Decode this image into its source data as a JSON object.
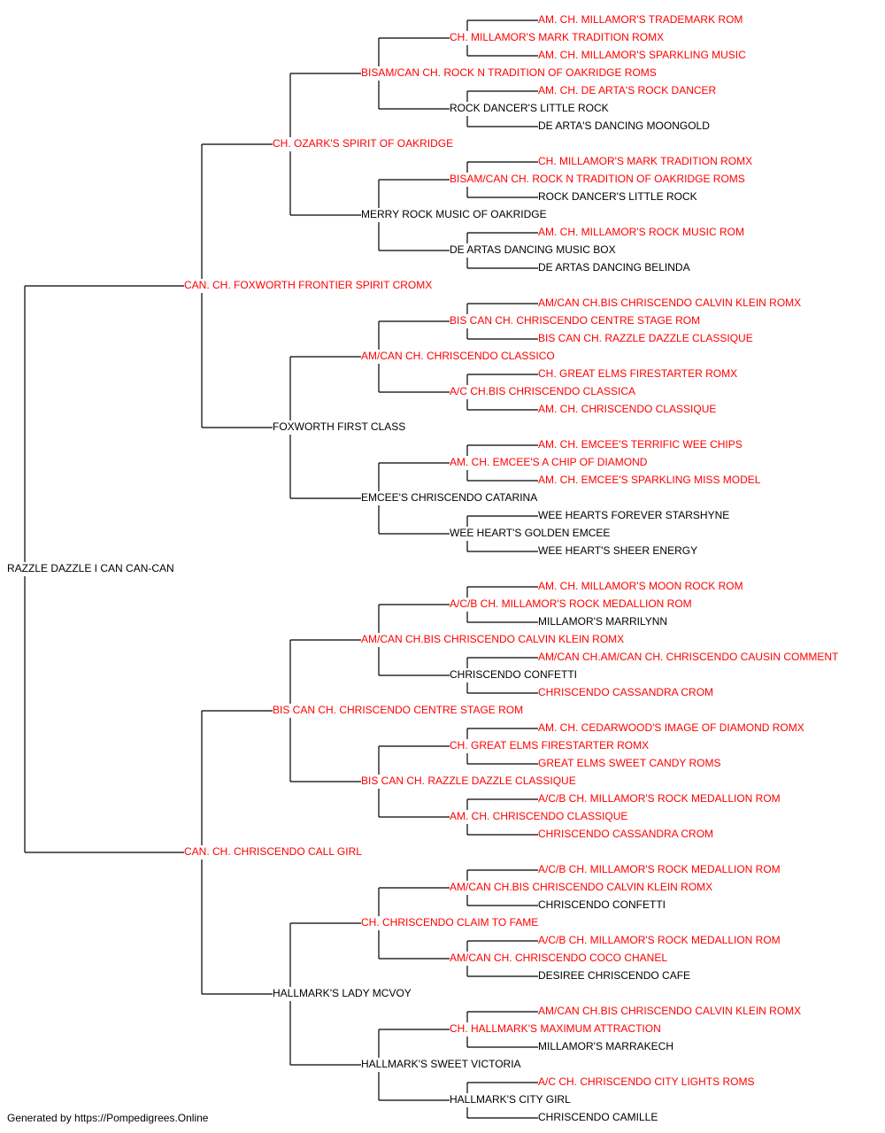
{
  "colors": {
    "champion": "#ff0000",
    "normal": "#000000",
    "line": "#000000"
  },
  "pedigree": [
    {
      "name": "RAZZLE DAZZLE I CAN CAN-CAN",
      "champion": false
    },
    {
      "name": "CAN. CH. FOXWORTH FRONTIER SPIRIT CROMX",
      "champion": true
    },
    {
      "name": "CAN. CH. CHRISCENDO CALL GIRL",
      "champion": true
    },
    {
      "name": "CH. OZARK'S SPIRIT OF OAKRIDGE",
      "champion": true
    },
    {
      "name": "FOXWORTH FIRST CLASS",
      "champion": false
    },
    {
      "name": "BIS CAN CH. CHRISCENDO CENTRE STAGE ROM",
      "champion": true
    },
    {
      "name": "HALLMARK'S LADY MCVOY",
      "champion": false
    },
    {
      "name": "BISAM/CAN CH. ROCK N TRADITION OF OAKRIDGE ROMS",
      "champion": true
    },
    {
      "name": "MERRY ROCK MUSIC OF OAKRIDGE",
      "champion": false
    },
    {
      "name": "AM/CAN CH. CHRISCENDO CLASSICO",
      "champion": true
    },
    {
      "name": "EMCEE'S CHRISCENDO CATARINA",
      "champion": false
    },
    {
      "name": "AM/CAN CH.BIS CHRISCENDO CALVIN KLEIN ROMX",
      "champion": true
    },
    {
      "name": "BIS CAN CH. RAZZLE DAZZLE CLASSIQUE",
      "champion": true
    },
    {
      "name": "CH. CHRISCENDO CLAIM TO FAME",
      "champion": true
    },
    {
      "name": "HALLMARK'S SWEET VICTORIA",
      "champion": false
    },
    {
      "name": "CH. MILLAMOR'S MARK TRADITION ROMX",
      "champion": true
    },
    {
      "name": "ROCK DANCER'S LITTLE ROCK",
      "champion": false
    },
    {
      "name": "BISAM/CAN CH. ROCK N TRADITION OF OAKRIDGE ROMS",
      "champion": true
    },
    {
      "name": "DE ARTAS DANCING MUSIC BOX",
      "champion": false
    },
    {
      "name": "BIS CAN CH. CHRISCENDO CENTRE STAGE ROM",
      "champion": true
    },
    {
      "name": "A/C CH.BIS CHRISCENDO CLASSICA",
      "champion": true
    },
    {
      "name": "AM. CH. EMCEE'S A CHIP OF DIAMOND",
      "champion": true
    },
    {
      "name": "WEE HEART'S GOLDEN EMCEE",
      "champion": false
    },
    {
      "name": "A/C/B CH. MILLAMOR'S ROCK MEDALLION ROM",
      "champion": true
    },
    {
      "name": "CHRISCENDO CONFETTI",
      "champion": false
    },
    {
      "name": "CH. GREAT ELMS FIRESTARTER ROMX",
      "champion": true
    },
    {
      "name": "AM. CH. CHRISCENDO CLASSIQUE",
      "champion": true
    },
    {
      "name": "AM/CAN CH.BIS CHRISCENDO CALVIN KLEIN ROMX",
      "champion": true
    },
    {
      "name": "AM/CAN CH. CHRISCENDO COCO CHANEL",
      "champion": true
    },
    {
      "name": "CH. HALLMARK'S MAXIMUM ATTRACTION",
      "champion": true
    },
    {
      "name": "HALLMARK'S CITY GIRL",
      "champion": false
    },
    {
      "name": "AM. CH. MILLAMOR'S TRADEMARK ROM",
      "champion": true
    },
    {
      "name": "AM. CH. MILLAMOR'S SPARKLING MUSIC",
      "champion": true
    },
    {
      "name": "AM. CH. DE ARTA'S ROCK DANCER",
      "champion": true
    },
    {
      "name": "DE ARTA'S DANCING MOONGOLD",
      "champion": false
    },
    {
      "name": "CH. MILLAMOR'S MARK TRADITION ROMX",
      "champion": true
    },
    {
      "name": "ROCK DANCER'S LITTLE ROCK",
      "champion": false
    },
    {
      "name": "AM. CH. MILLAMOR'S ROCK MUSIC ROM",
      "champion": true
    },
    {
      "name": "DE ARTAS DANCING BELINDA",
      "champion": false
    },
    {
      "name": "AM/CAN CH.BIS CHRISCENDO CALVIN KLEIN ROMX",
      "champion": true
    },
    {
      "name": "BIS CAN CH. RAZZLE DAZZLE CLASSIQUE",
      "champion": true
    },
    {
      "name": "CH. GREAT ELMS FIRESTARTER ROMX",
      "champion": true
    },
    {
      "name": "AM. CH. CHRISCENDO CLASSIQUE",
      "champion": true
    },
    {
      "name": "AM. CH. EMCEE'S TERRIFIC WEE CHIPS",
      "champion": true
    },
    {
      "name": "AM. CH. EMCEE'S SPARKLING MISS MODEL",
      "champion": true
    },
    {
      "name": "WEE HEARTS FOREVER STARSHYNE",
      "champion": false
    },
    {
      "name": "WEE HEART'S SHEER ENERGY",
      "champion": false
    },
    {
      "name": "AM. CH. MILLAMOR'S MOON ROCK ROM",
      "champion": true
    },
    {
      "name": "MILLAMOR'S MARRILYNN",
      "champion": false
    },
    {
      "name": "AM/CAN CH.AM/CAN CH. CHRISCENDO CAUSIN COMMENT",
      "champion": true
    },
    {
      "name": "CHRISCENDO CASSANDRA CROM",
      "champion": true
    },
    {
      "name": "AM. CH. CEDARWOOD'S IMAGE OF DIAMOND ROMX",
      "champion": true
    },
    {
      "name": "GREAT ELMS SWEET CANDY ROMS",
      "champion": true
    },
    {
      "name": "A/C/B CH. MILLAMOR'S ROCK MEDALLION ROM",
      "champion": true
    },
    {
      "name": "CHRISCENDO CASSANDRA CROM",
      "champion": true
    },
    {
      "name": "A/C/B CH. MILLAMOR'S ROCK MEDALLION ROM",
      "champion": true
    },
    {
      "name": "CHRISCENDO CONFETTI",
      "champion": false
    },
    {
      "name": "A/C/B CH. MILLAMOR'S ROCK MEDALLION ROM",
      "champion": true
    },
    {
      "name": "DESIREE CHRISCENDO CAFE",
      "champion": false
    },
    {
      "name": "AM/CAN CH.BIS CHRISCENDO CALVIN KLEIN ROMX",
      "champion": true
    },
    {
      "name": "MILLAMOR'S MARRAKECH",
      "champion": false
    },
    {
      "name": "A/C CH. CHRISCENDO CITY LIGHTS ROMS",
      "champion": true
    },
    {
      "name": "CHRISCENDO CAMILLE",
      "champion": false
    }
  ],
  "footer": "Generated by https://Pompedigrees.Online"
}
